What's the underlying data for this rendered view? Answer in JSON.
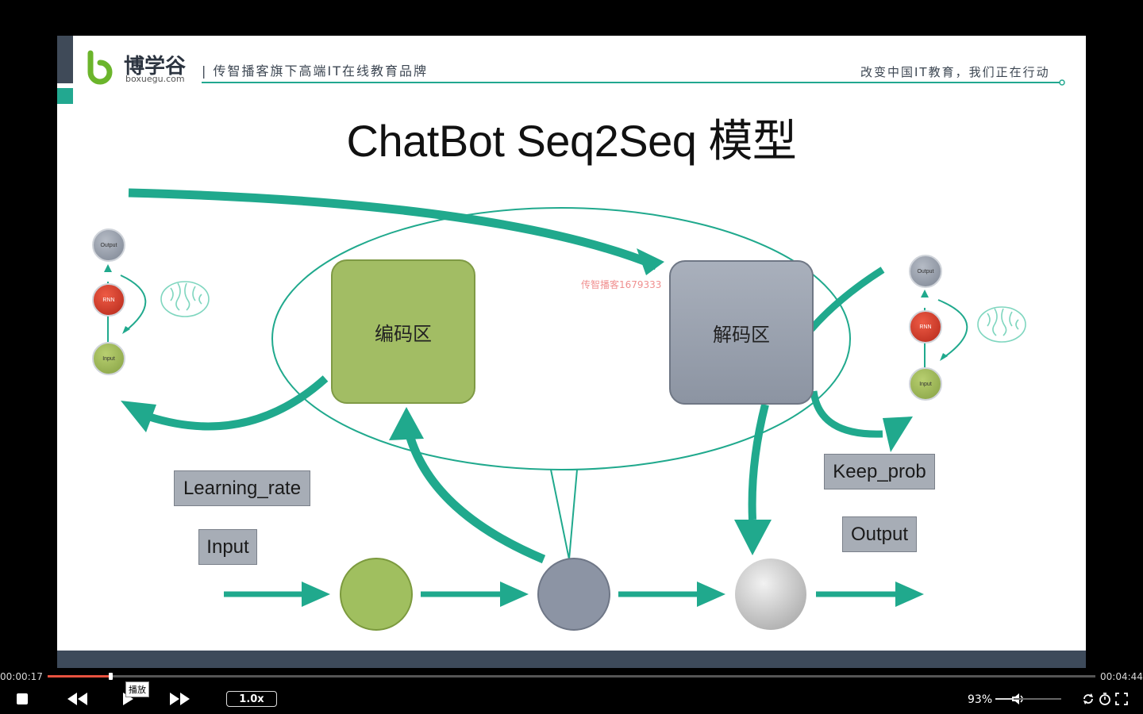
{
  "slide": {
    "logo": {
      "brand": "博学谷",
      "domain": "boxuegu.com"
    },
    "tagline": "| 传智播客旗下高端IT在线教育品牌",
    "slogan": "改变中国IT教育，我们正在行动",
    "title": "ChatBot Seq2Seq 模型",
    "encoder_label": "编码区",
    "decoder_label": "解码区",
    "watermark": "传智播客1679333",
    "labels": {
      "learning_rate": "Learning_rate",
      "input": "Input",
      "keep_prob": "Keep_prob",
      "output": "Output"
    },
    "mini_rnn_left": {
      "output": "Output",
      "rnn": "RNN",
      "input": "Input"
    },
    "mini_rnn_right": {
      "output": "Output",
      "rnn": "RNN",
      "input": "Input"
    }
  },
  "player": {
    "current_time": "00:00:17",
    "total_time": "00:04:44",
    "progress": 0.06,
    "play_tooltip": "播放",
    "speed": "1.0x",
    "volume": "93%",
    "volume_level": 0.93,
    "icons": [
      "stop-icon",
      "rewind-icon",
      "play-icon",
      "fast-forward-icon",
      "volume-icon",
      "loop-icon",
      "timer-icon",
      "fullscreen-icon"
    ]
  }
}
